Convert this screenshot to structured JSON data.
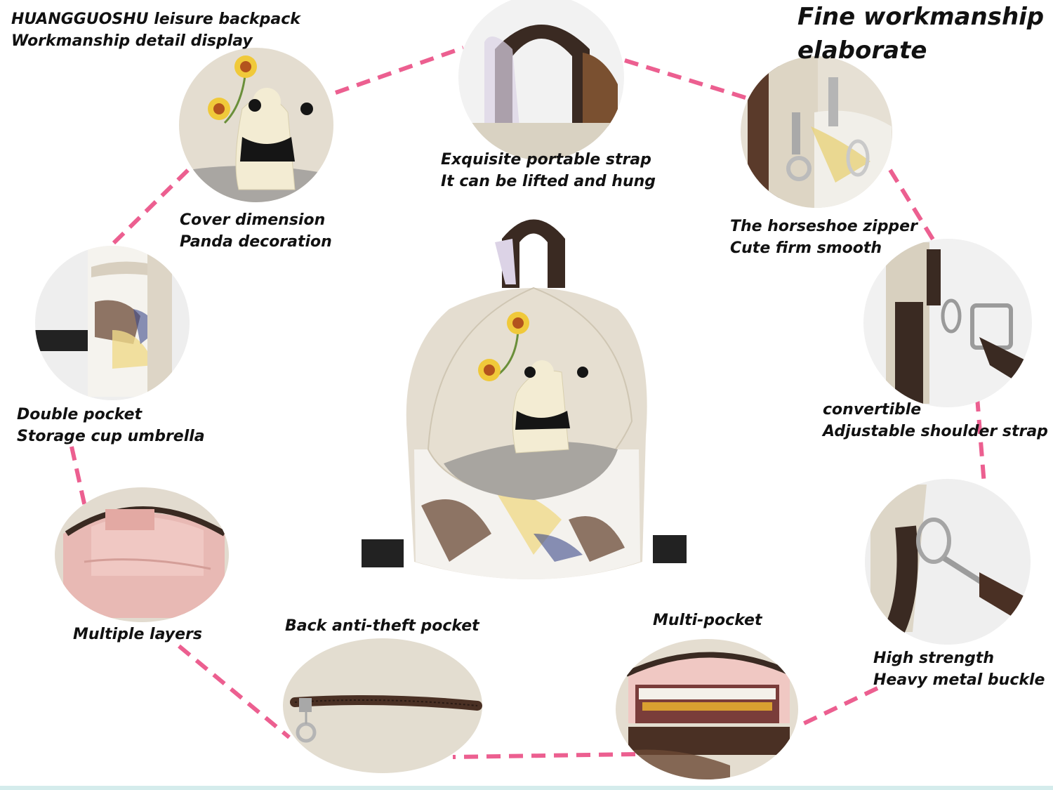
{
  "header": {
    "line1": "HUANGGUOSHU leisure backpack",
    "line2": "Workmanship detail display"
  },
  "headline": {
    "line1": "Fine workmanship",
    "line2": "elaborate"
  },
  "features": [
    {
      "line1": "Cover dimension",
      "line2": "Panda decoration"
    },
    {
      "line1": "Exquisite portable strap",
      "line2": "It can be lifted and hung"
    },
    {
      "line1": "The horseshoe zipper",
      "line2": "Cute firm smooth"
    },
    {
      "line1": "Double pocket",
      "line2": "Storage cup umbrella"
    },
    {
      "line1": "convertible",
      "line2": "Adjustable shoulder strap"
    },
    {
      "line1": "Multiple layers"
    },
    {
      "line1": "Back anti-theft pocket"
    },
    {
      "line1": "Multi-pocket"
    },
    {
      "line1": "High strength",
      "line2": "Heavy metal buckle"
    }
  ],
  "colors": {
    "dash": "#ec5f90",
    "linen": "#e4ddd0",
    "brown": "#5a3a2a",
    "panda_cream": "#f3ecd3",
    "sunflower": "#f0c93a",
    "lining_pink": "#e8b9b4"
  }
}
